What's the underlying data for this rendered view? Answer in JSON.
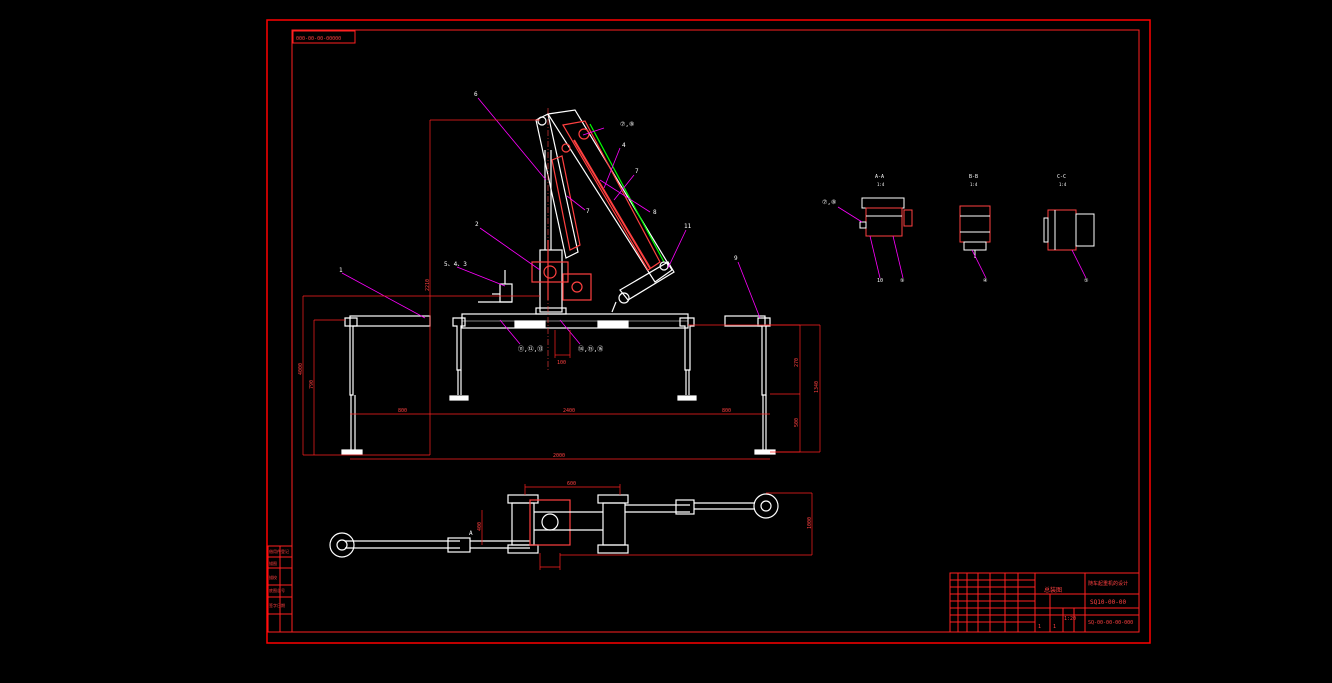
{
  "drawing": {
    "code_box": "000-00-00-00000",
    "colors": {
      "background": "#000000",
      "frame": "#ff0000",
      "part": "#ffffff",
      "leader": "#ff00ff",
      "cable": "#00ff00",
      "dimension": "#ff0000"
    },
    "callouts": {
      "c1": "1",
      "c2": "2",
      "c3": "3",
      "c4": "4",
      "c5": "5",
      "c6": "6",
      "c7a": "7",
      "c7b": "7",
      "c8": "8",
      "c9": "9",
      "c11": "11",
      "c5_4_3": "5、4、3",
      "c7_8_top": "⑦,⑧",
      "c11_12_13": "⑪,⑫,⑬",
      "c14_15_16": "⑭,⑮,⑯",
      "sec_7_8": "⑦,⑧",
      "sec_10": "10",
      "sec_9": "⑨",
      "sec_bb_4": "④",
      "sec_cc_5": "⑤"
    },
    "sections": {
      "aa_title": "A-A",
      "aa_scale": "1:4",
      "bb_title": "B-B",
      "bb_scale": "1:4",
      "cc_title": "C-C",
      "cc_scale": "1:4",
      "plan_marker": "A"
    },
    "dims": {
      "d_height_total": "2210",
      "d_mid_height": "790",
      "d_base_h1": "270",
      "d_base_h2": "500",
      "d_overall_h": "1340",
      "d_left_outer": "4000",
      "d_left_span": "800",
      "d_center_span": "2400",
      "d_right_span": "800",
      "d_bottom_total": "2000",
      "d_col_width": "100",
      "d_plan_top": "600",
      "d_plan_right": "1000",
      "d_plan_mid": "400"
    },
    "title_block": {
      "assembly_label": "总装图",
      "project_title": "随车起重机的设计",
      "drawing_number": "SQ10-00-00",
      "sheet_code": "SQ-00-00-00-000",
      "scale_label": "1:20",
      "sheet_label": "1",
      "sheets_label": "1",
      "left_strip": [
        "借用件登记",
        "描图",
        "描校",
        "底图总号",
        "签字日期"
      ]
    }
  }
}
